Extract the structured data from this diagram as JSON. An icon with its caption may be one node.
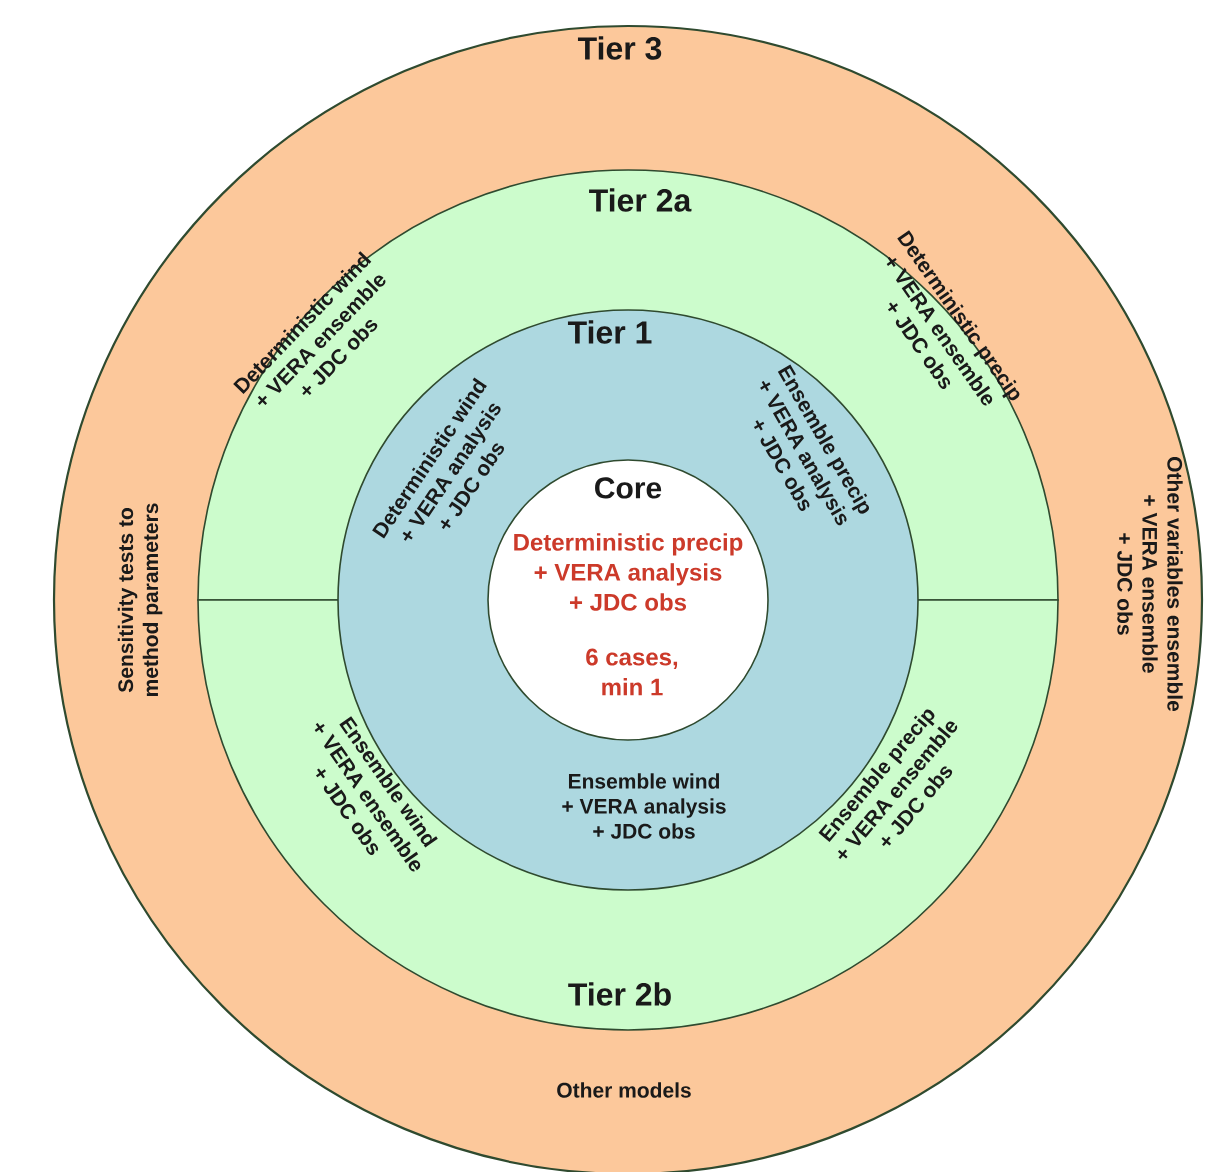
{
  "diagram": {
    "nodes": [
      {
        "text": [
          "Tier 3",
          "Sensitivity tests to method parameters",
          "Other variables ensemble + VERA ensemble + JDC obs",
          "Other models"
        ]
      },
      {
        "text": [
          "Tier 2a",
          "Deterministic wind + VERA ensemble + JDC obs",
          "Deterministic precip + VERA ensemble + JDC obs"
        ],
        "in": 0
      },
      {
        "text": [
          "Ensemble wind + VERA ensemble + JDC obs",
          "Ensemble precip + VERA ensemble + JDC obs",
          "Tier 2b"
        ],
        "in": 0
      },
      {
        "text": [
          "Tier 1",
          "Deterministic wind + VERA analysis + JDC obs",
          "Ensemble precip + VERA analysis + JDC obs",
          "Ensemble wind + VERA analysis + JDC obs"
        ],
        "in": 0
      },
      {
        "text": [
          "Core",
          "Deterministic precip + VERA analysis + JDC obs",
          "6 cases, min 1"
        ],
        "in": 3
      }
    ]
  }
}
